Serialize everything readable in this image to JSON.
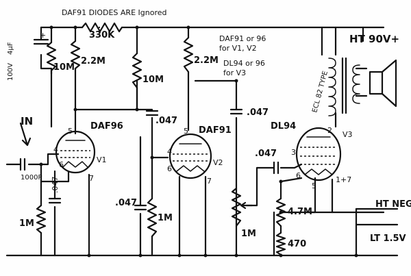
{
  "header_note": "DAF91 DIODES ARE Ignored",
  "notes": {
    "v1v2_line1": "DAF91 or 96",
    "v1v2_line2": "for V1, V2",
    "v3_line1": "DL94 or 96",
    "v3_line2": "for V3"
  },
  "rails": {
    "ht_positive": "HT 90V+",
    "ht_negative": "HT NEG",
    "lt": "LT 1.5V"
  },
  "input": {
    "label": "IN",
    "coupling_cap": "1000P"
  },
  "valves": {
    "v1": {
      "type": "DAF96",
      "ref": "V1",
      "pin_grid": "4",
      "pin_anode": "5",
      "pin_a": "6",
      "pin_b": "7"
    },
    "v2": {
      "type": "DAF91",
      "ref": "V2",
      "pin_grid": "4",
      "pin_anode": "5",
      "pin_a": "6",
      "pin_b": "7"
    },
    "v3": {
      "type": "DL94",
      "ref": "V3",
      "pin_grid": "3",
      "pin_anode": "2",
      "pin_a": "6",
      "pin_b": "5",
      "pin_c": "1+7"
    }
  },
  "output_transformer": "ECL 82 TYPE",
  "components": {
    "decouple_cap_value": "4µF",
    "decouple_cap_voltage": "100V",
    "r_dropper": "330K",
    "r_v1_bias": "10M",
    "r_v1_load": "2.2M",
    "r_v2_screen": "10M",
    "r_v2_load": "2.2M",
    "c_coupling_1": ".047",
    "c_coupling_2": ".047",
    "c_coupling_3": ".047",
    "c_v1_decouple": ".047",
    "c_v2_decouple": ".047",
    "r_input": "1M",
    "r_v2_grid": "1M",
    "r_volume": "1M",
    "r_v3_grid": "4.7M",
    "r_bias": "470"
  }
}
